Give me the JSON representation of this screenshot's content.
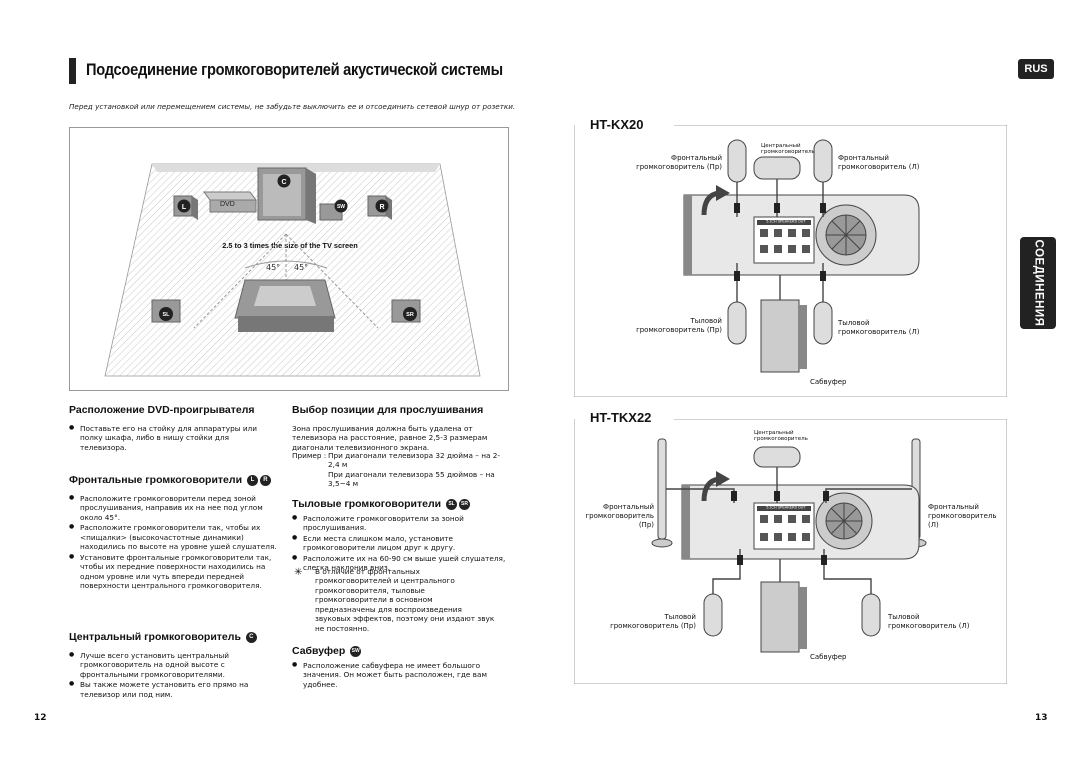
{
  "title": "Подсоединение громкоговорителей акустической системы",
  "lang_tab": "RUS",
  "side_tab": "СОЕДИНЕНИЯ",
  "subtitle": "Перед установкой или перемещением системы, не забудьте выключить ее и отсоединить сетевой шнур от розетки.",
  "room": {
    "screen_note": "2.5 to 3 times the size of the TV screen",
    "dvd_label": "DVD",
    "angle_left": "45°",
    "angle_right": "45°",
    "badges": {
      "L": "L",
      "R": "R",
      "C": "C",
      "SW": "SW",
      "SL": "SL",
      "SR": "SR"
    }
  },
  "left": {
    "dvd_pos": {
      "heading": "Расположение DVD-проигрывателя",
      "items": [
        "Поставьте его на стойку для аппаратуры или полку шкафа, либо в нишу стойки для телевизора."
      ]
    },
    "front": {
      "heading": "Фронтальные громкоговорители",
      "badges": [
        "L",
        "R"
      ],
      "items": [
        "Расположите громкоговорители перед зоной прослушивания, направив их на нее под углом около 45°.",
        "Расположите громкоговорители так, чтобы их <пищалки> (высокочастотные динамики) находились по высоте на уровне ушей слушателя.",
        "Установите фронтальные громкоговорители так, чтобы их передние поверхности находились на одном уровне или чуть впереди передней поверхности центрального громкоговорителя."
      ]
    },
    "center": {
      "heading": "Центральный громкоговоритель",
      "badge": "C",
      "items": [
        "Лучше всего установить центральный громкоговоритель на одной высоте с фронтальными громкоговорителями.",
        "Вы также можете установить его прямо на телевизор или под ним."
      ]
    }
  },
  "right": {
    "listen": {
      "heading": "Выбор позиции для прослушивания",
      "text1": "Зона прослушивания должна быть удалена от телевизора на расстояние, равное 2,5-3 размерам диагонали телевизионного экрана.",
      "ex_label": "Пример :",
      "ex1": "При диагонали телевизора 32 дюйма – на 2-2,4 м",
      "ex2": "При диагонали телевизора 55 дюймов – на 3,5~4 м"
    },
    "rear": {
      "heading": "Тыловые громкоговорители",
      "badges": [
        "SL",
        "SR"
      ],
      "items": [
        "Расположите громкоговорители за зоной прослушивания.",
        "Если места слишком мало, установите громкоговорители лицом друг к другу.",
        "Расположите их на 60-90 см выше ушей слушателя, слегка наклонив вниз."
      ],
      "note_mark": "✳",
      "note": "В отличие от фронтальных громкоговорителей и центрального громкоговорителя, тыловые громкоговорители в основном предназначены для воспроизведения звуковых эффектов, поэтому они издают звук не постоянно."
    },
    "sub": {
      "heading": "Сабвуфер",
      "badge": "SW",
      "items": [
        "Расположение сабвуфера не имеет большого значения. Он может быть расположен, где вам удобнее."
      ]
    }
  },
  "kx20": {
    "model": "HT-KX20",
    "center1": "Центральный",
    "center2": "громкоговоритель",
    "front_r1": "Фронтальный",
    "front_r2": "громкоговоритель (Пр)",
    "front_l1": "Фронтальный",
    "front_l2": "громкоговоритель (Л)",
    "rear_r1": "Тыловой",
    "rear_r2": "громкоговоритель (Пр)",
    "rear_l1": "Тыловой",
    "rear_l2": "громкоговоритель (Л)",
    "sub": "Сабвуфер",
    "panel": "5.1CH SPEAKERS OUT"
  },
  "tkx22": {
    "model": "HT-TKX22",
    "center1": "Центральный",
    "center2": "громкоговоритель",
    "front_r1": "Фронтальный",
    "front_r2": "громкоговоритель",
    "front_r3": "(Пр)",
    "front_l1": "Фронтальный",
    "front_l2": "громкоговоритель",
    "front_l3": "(Л)",
    "rear_r1": "Тыловой",
    "rear_r2": "громкоговоритель (Пр)",
    "rear_l1": "Тыловой",
    "rear_l2": "громкоговоритель (Л)",
    "sub": "Сабвуфер",
    "panel": "5.1CH SPEAKERS OUT"
  },
  "page_left": "12",
  "page_right": "13"
}
